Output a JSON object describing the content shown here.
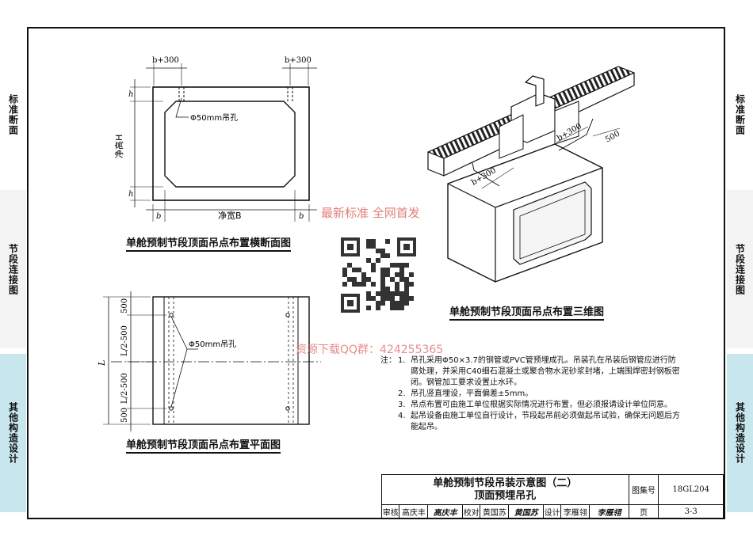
{
  "side_tabs": {
    "left": [
      "标准断面",
      "节段连接图",
      "其他构造设计"
    ],
    "right": [
      "标准断面",
      "节段连接图",
      "其他构造设计"
    ]
  },
  "cross_section": {
    "dim_top": "b+300",
    "dim_h": "h",
    "dim_height": "净高H",
    "dim_width": "净宽B",
    "dim_b": "b",
    "hole_label": "Φ50mm吊孔",
    "caption": "单舱预制节段顶面吊点布置横断面图"
  },
  "plan_view": {
    "dim_500": "500",
    "dim_half": "L/2-500",
    "dim_L": "L",
    "hole_label": "Φ50mm吊孔",
    "caption": "单舱预制节段顶面吊点布置平面图"
  },
  "view_3d": {
    "dim_b300": "b+300",
    "dim_500": "500",
    "caption": "单舱预制节段顶面吊点布置三维图"
  },
  "watermarks": {
    "top": "最新标准 全网首发",
    "bottom": "资源下载QQ群：424255365"
  },
  "notes": {
    "lead": "注：",
    "items": [
      {
        "num": "1.",
        "text": "吊孔采用Φ50×3.7的钢管或PVC管预埋成孔。吊装孔在吊装后钢管应进行防腐处理，并采用C40细石混凝土或聚合物水泥砂浆封堵，上端围焊密封钢板密闭。钢管加工要求设置止水环。"
      },
      {
        "num": "2.",
        "text": "吊孔竖直埋设，平面偏差±5mm。"
      },
      {
        "num": "3.",
        "text": "吊点布置可由施工单位根据实际情况进行布置，但必须报请设计单位同意。"
      },
      {
        "num": "4.",
        "text": "起吊设备由施工单位自行设计，节段起吊前必须做起吊试验，确保无问题后方能起吊。"
      }
    ]
  },
  "title_block": {
    "title_line1": "单舱预制节段吊装示意图（二）",
    "title_line2": "顶面预埋吊孔",
    "atlas_label": "图集号",
    "atlas_no": "18GL204",
    "review_label": "审核",
    "reviewer": "高庆丰",
    "reviewer_sig": "高庆丰",
    "check_label": "校对",
    "checker": "黄国苏",
    "checker_sig": "黄国苏",
    "design_label": "设计",
    "designer": "李雁翎",
    "designer_sig": "李雁翎",
    "page_label": "页",
    "page_no": "3-3"
  }
}
